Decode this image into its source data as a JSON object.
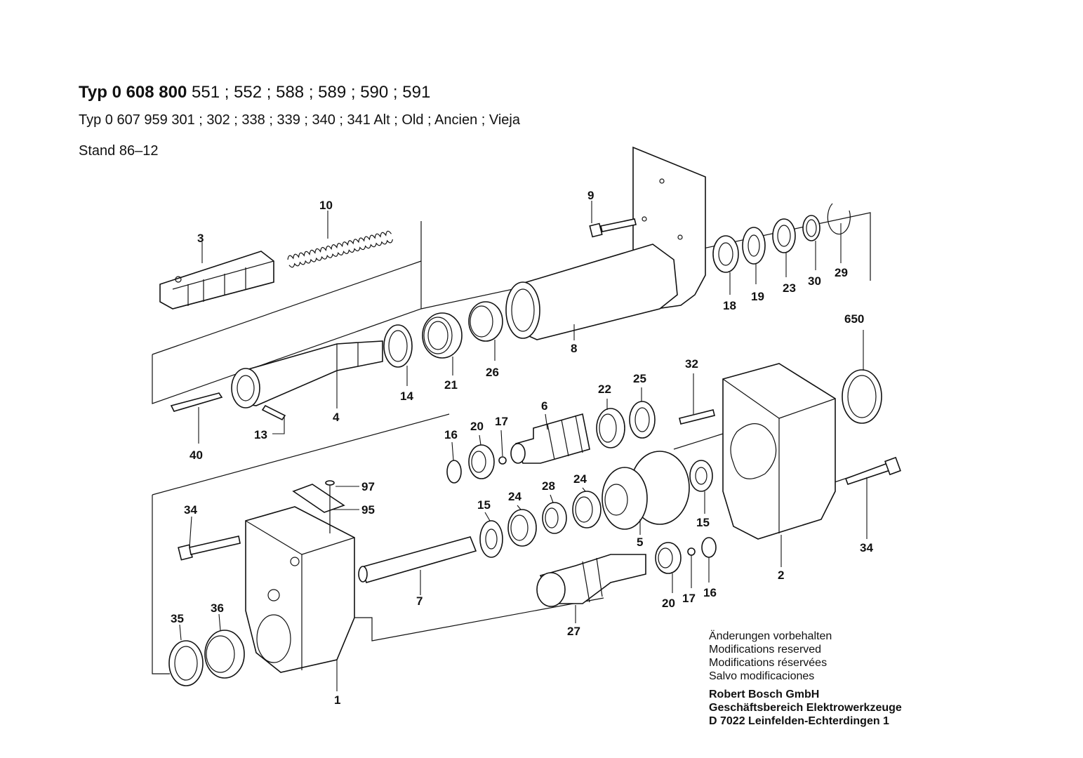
{
  "header": {
    "typ_label": "Typ",
    "typ_number": "0 608 800",
    "typ_variants": "551 ; 552 ; 588 ; 589 ; 590 ; 591",
    "old_line": "Typ 0 607 959 301 ; 302 ; 338 ; 339 ; 340 ; 341   Alt ; Old ; Ancien ; Vieja",
    "stand": "Stand  86–12"
  },
  "parts": [
    {
      "id": "1",
      "text": "1"
    },
    {
      "id": "2",
      "text": "2"
    },
    {
      "id": "3",
      "text": "3"
    },
    {
      "id": "4",
      "text": "4"
    },
    {
      "id": "5",
      "text": "5"
    },
    {
      "id": "6",
      "text": "6"
    },
    {
      "id": "7",
      "text": "7"
    },
    {
      "id": "8",
      "text": "8"
    },
    {
      "id": "9",
      "text": "9"
    },
    {
      "id": "10",
      "text": "10"
    },
    {
      "id": "13",
      "text": "13"
    },
    {
      "id": "14",
      "text": "14"
    },
    {
      "id": "15a",
      "text": "15"
    },
    {
      "id": "15b",
      "text": "15"
    },
    {
      "id": "16a",
      "text": "16"
    },
    {
      "id": "16b",
      "text": "16"
    },
    {
      "id": "17a",
      "text": "17"
    },
    {
      "id": "17b",
      "text": "17"
    },
    {
      "id": "18",
      "text": "18"
    },
    {
      "id": "19",
      "text": "19"
    },
    {
      "id": "20a",
      "text": "20"
    },
    {
      "id": "20b",
      "text": "20"
    },
    {
      "id": "21",
      "text": "21"
    },
    {
      "id": "22",
      "text": "22"
    },
    {
      "id": "23",
      "text": "23"
    },
    {
      "id": "24a",
      "text": "24"
    },
    {
      "id": "24b",
      "text": "24"
    },
    {
      "id": "25",
      "text": "25"
    },
    {
      "id": "26",
      "text": "26"
    },
    {
      "id": "27",
      "text": "27"
    },
    {
      "id": "28",
      "text": "28"
    },
    {
      "id": "29",
      "text": "29"
    },
    {
      "id": "30",
      "text": "30"
    },
    {
      "id": "32",
      "text": "32"
    },
    {
      "id": "34a",
      "text": "34"
    },
    {
      "id": "34b",
      "text": "34"
    },
    {
      "id": "35",
      "text": "35"
    },
    {
      "id": "36",
      "text": "36"
    },
    {
      "id": "40",
      "text": "40"
    },
    {
      "id": "95",
      "text": "95"
    },
    {
      "id": "97",
      "text": "97"
    },
    {
      "id": "650",
      "text": "650"
    }
  ],
  "notes": {
    "de": "Änderungen vorbehalten",
    "en": "Modifications reserved",
    "fr": "Modifications réservées",
    "es": "Salvo modificaciones",
    "company": "Robert Bosch GmbH",
    "division": "Geschäftsbereich Elektrowerkzeuge",
    "address": "D 7022 Leinfelden-Echterdingen 1"
  }
}
